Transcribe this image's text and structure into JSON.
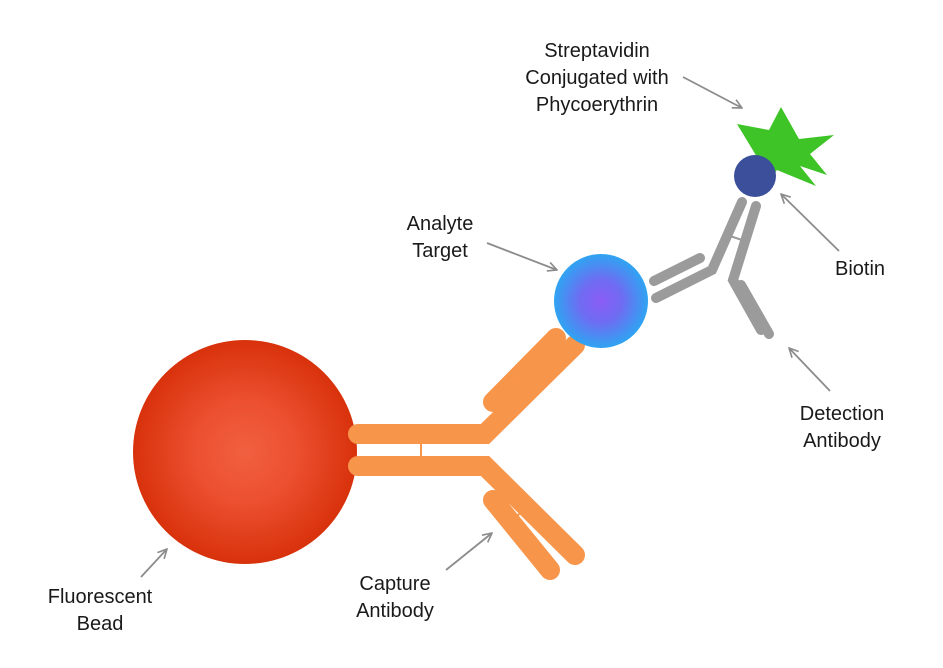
{
  "labels": {
    "streptavidin": [
      "Streptavidin",
      "Conjugated with",
      "Phycoerythrin"
    ],
    "analyte": [
      "Analyte",
      "Target"
    ],
    "biotin": [
      "Biotin"
    ],
    "detection": [
      "Detection",
      "Antibody"
    ],
    "capture": [
      "Capture",
      "Antibody"
    ],
    "bead": [
      "Fluorescent",
      "Bead"
    ]
  },
  "colors": {
    "bead": "#e5411c",
    "capture_antibody": "#f7954a",
    "analyte": "#4ea8f5",
    "detection_antibody": "#9b9b9b",
    "biotin": "#3b4f9a",
    "phycoerythrin": "#3ec426",
    "arrow": "#8c8c8c",
    "text": "#1a1a1a"
  }
}
